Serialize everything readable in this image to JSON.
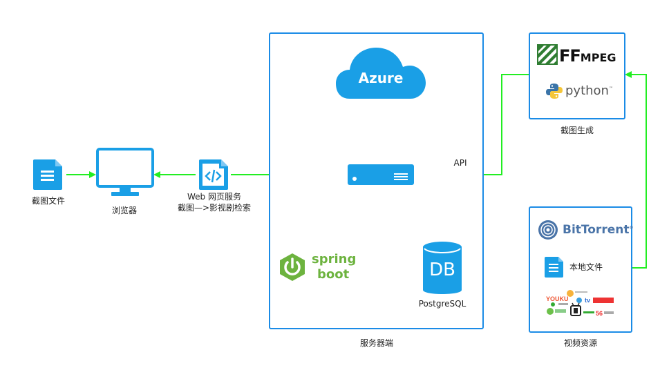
{
  "colors": {
    "arrow": "#22ee22",
    "border": "#1a8be6",
    "icon_blue": "#1a9fe6",
    "spring_green": "#6db33f",
    "bittorrent": "#4a74a8"
  },
  "nodes": {
    "screenshot_file": {
      "label": "截图文件",
      "icon": "document-icon"
    },
    "browser": {
      "label": "浏览器",
      "icon": "monitor-icon"
    },
    "web_service": {
      "line1": "Web 网页服务",
      "line2": "截图—>影视剧检索",
      "icon": "code-icon"
    },
    "server": {
      "caption": "服务器端",
      "azure": {
        "label": "Azure"
      },
      "server_unit": {
        "icon": "server-icon"
      },
      "spring": {
        "line1": "spring",
        "line2": "boot",
        "icon": "power-icon"
      },
      "db": {
        "glyph": "DB",
        "label": "PostgreSQL"
      }
    },
    "screenshot_gen": {
      "caption": "截图生成",
      "ffmpeg": {
        "label_ff": "FF",
        "label_rest": "MPEG"
      },
      "python": {
        "label": "python",
        "tm": "™"
      }
    },
    "video_source": {
      "caption": "视频资源",
      "bittorrent": {
        "label": "BitTorrent",
        "tm": "®"
      },
      "local_file": {
        "label": "本地文件"
      },
      "video_sites": {
        "icon": "video-sites-logos-icon"
      }
    }
  },
  "edges": {
    "api_label": "API"
  }
}
